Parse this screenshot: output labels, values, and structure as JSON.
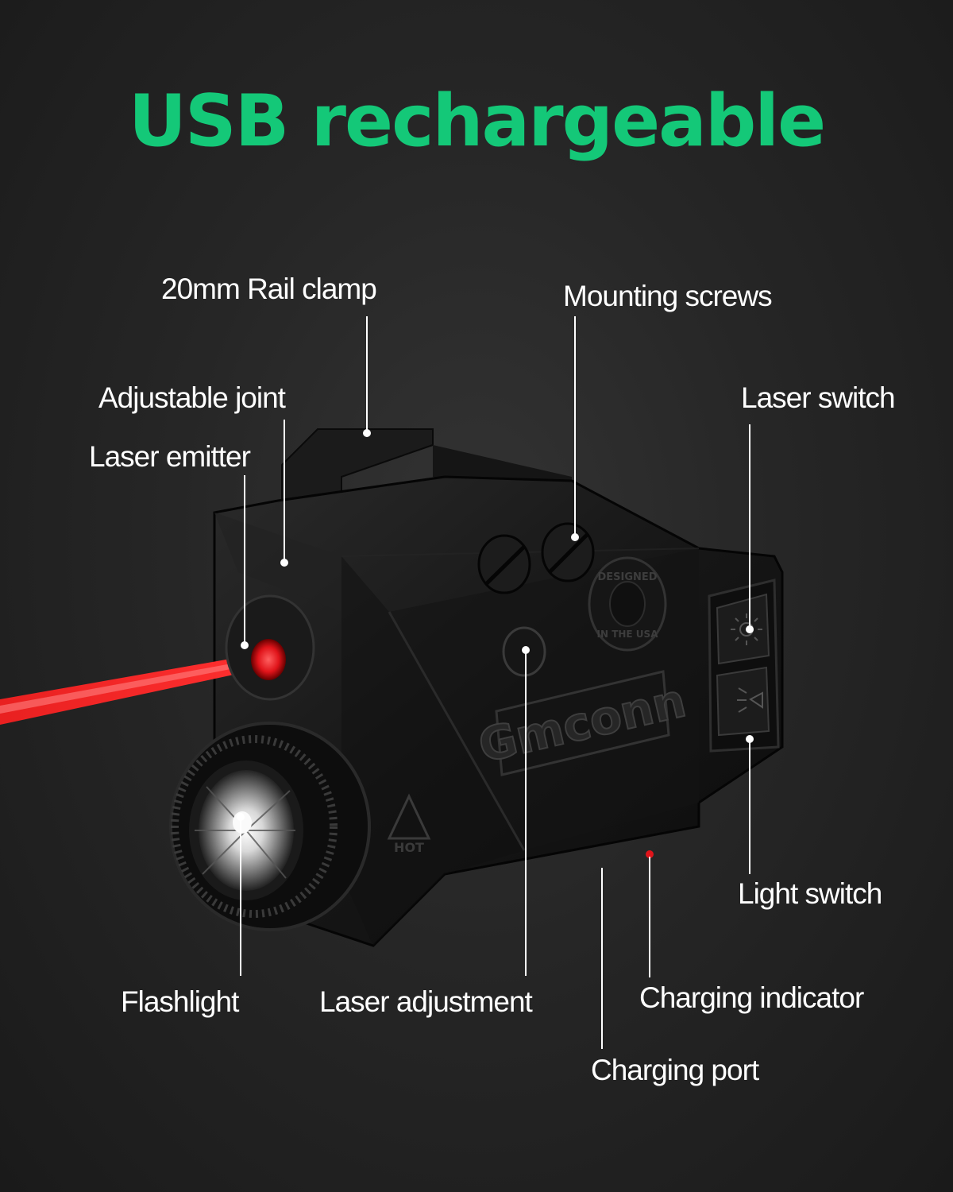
{
  "title": "USB rechargeable",
  "colors": {
    "title": "#14c878",
    "label": "#ffffff",
    "laser": "#e0141a",
    "body": "#121212"
  },
  "labels": {
    "rail_clamp": "20mm Rail clamp",
    "mounting_screws": "Mounting screws",
    "adjustable_joint": "Adjustable joint",
    "laser_switch": "Laser switch",
    "laser_emitter": "Laser emitter",
    "light_switch": "Light switch",
    "flashlight": "Flashlight",
    "laser_adjustment": "Laser adjustment",
    "charging_indicator": "Charging indicator",
    "charging_port": "Charging port"
  },
  "product": {
    "brand": "Gmconn",
    "badge_top": "DESIGNED",
    "badge_bottom": "IN THE USA",
    "hot_mark": "HOT"
  }
}
